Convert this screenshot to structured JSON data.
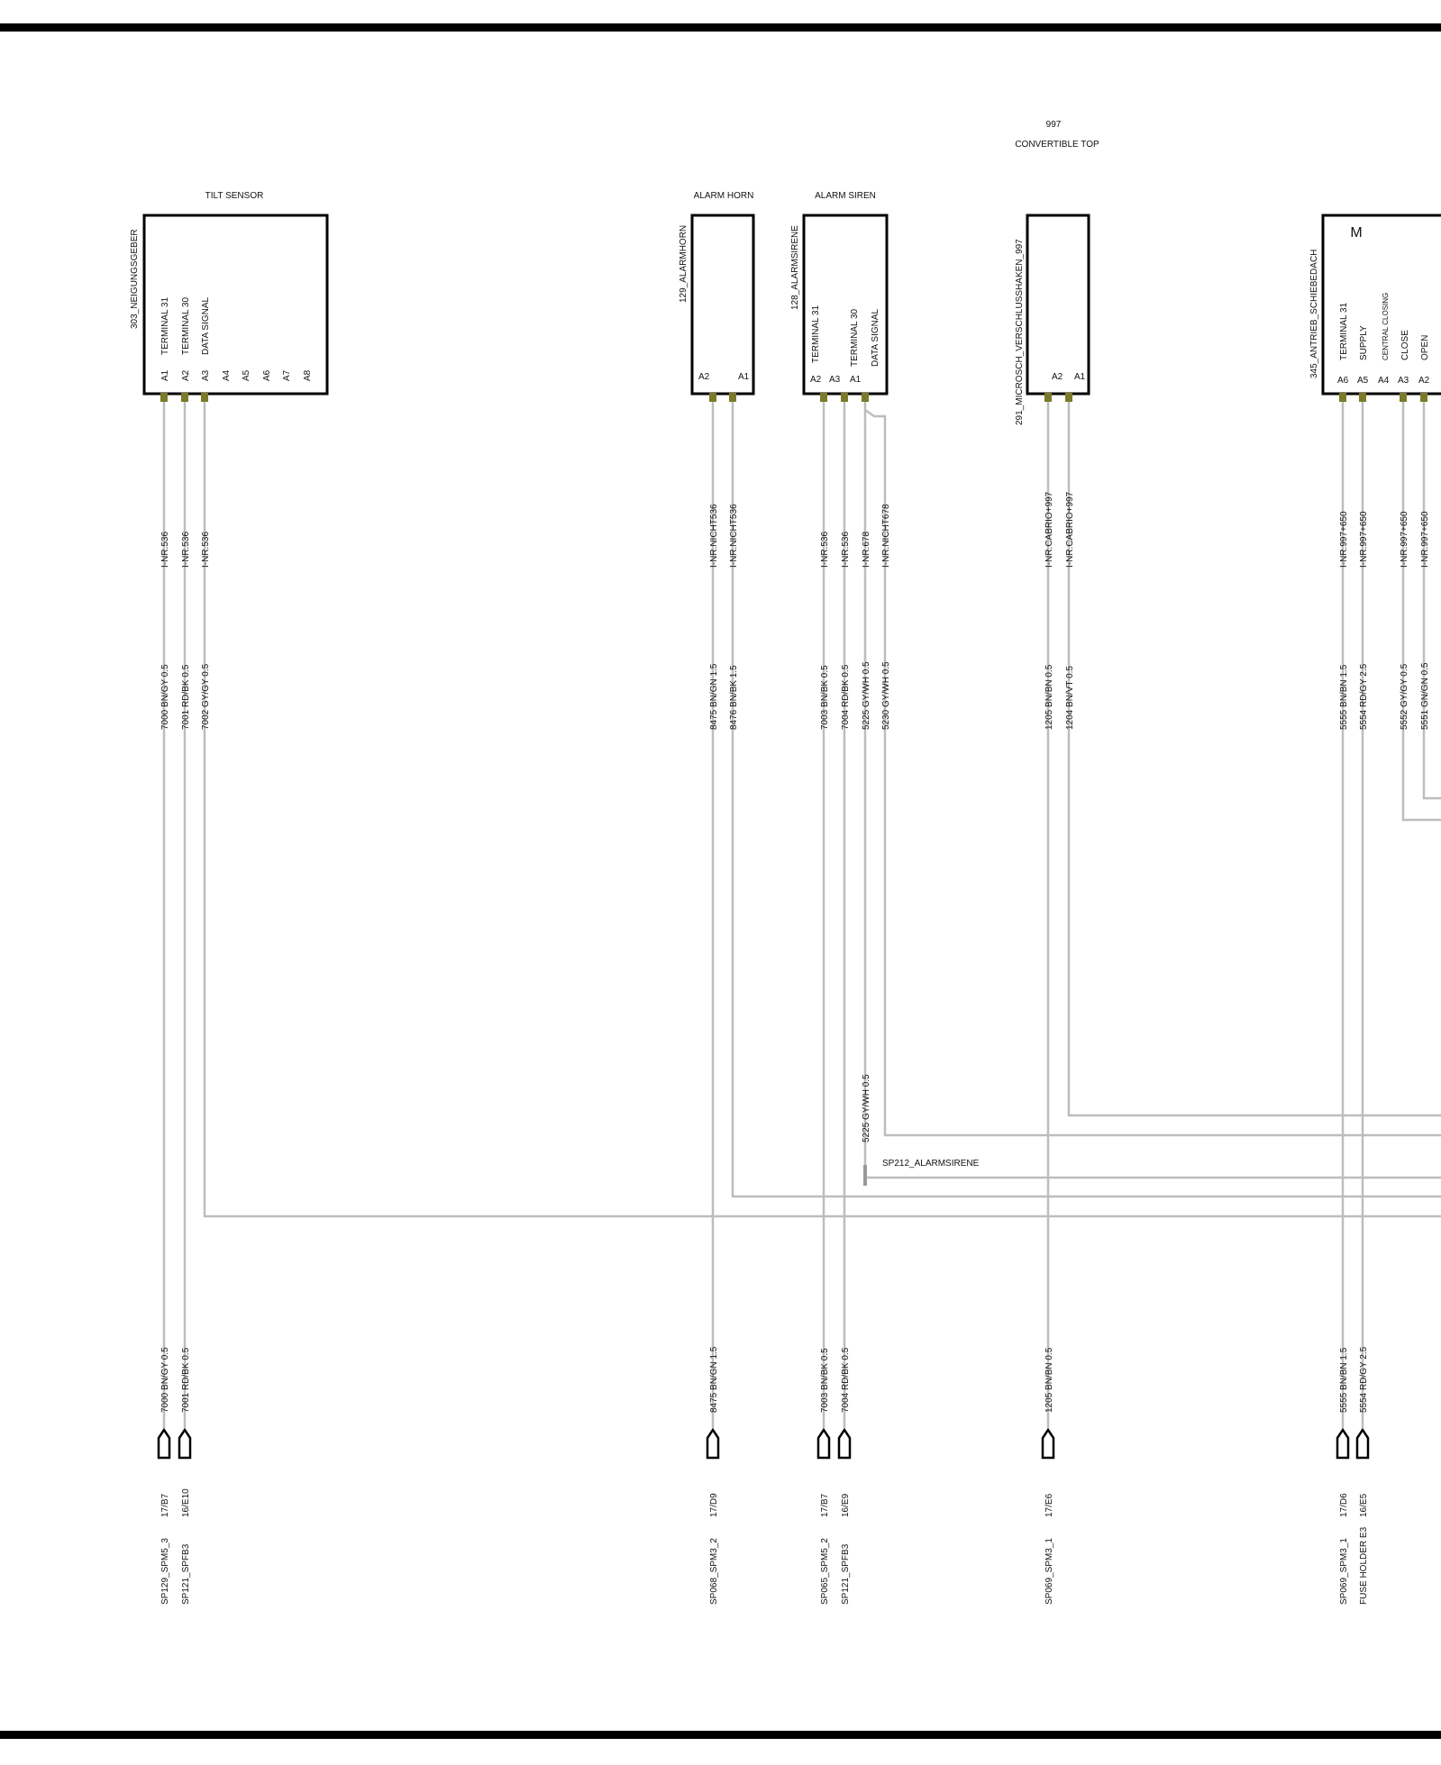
{
  "header": {
    "group_number": "997",
    "group_name": "CONVERTIBLE TOP"
  },
  "components": [
    {
      "id": "tilt",
      "title": "TILT SENSOR",
      "code": "303_NEIGUNGSGEBER",
      "functions": [
        "TERMINAL 31",
        "TERMINAL 30",
        "DATA SIGNAL"
      ],
      "pins": [
        "A1",
        "A2",
        "A3",
        "A4",
        "A5",
        "A6",
        "A7",
        "A8"
      ]
    },
    {
      "id": "horn",
      "title": "ALARM HORN",
      "code": "129_ALARMHORN",
      "functions": [],
      "pins": [
        "A2",
        "A1"
      ]
    },
    {
      "id": "siren",
      "title": "ALARM SIREN",
      "code": "128_ALARMSIRENE",
      "functions": [
        "TERMINAL 31",
        "TERMINAL 30",
        "DATA SIGNAL"
      ],
      "pins": [
        "A2",
        "A3",
        "A1"
      ]
    },
    {
      "id": "micro",
      "title": "",
      "code": "291_MICROSCH_VERSCHLUSSHAKEN_997",
      "functions": [],
      "pins": [
        "A2",
        "A1"
      ]
    },
    {
      "id": "motor",
      "title": "",
      "code": "345_ANTRIEB_SCHIEBEDACH",
      "symbol": "M",
      "functions": [
        "TERMINAL 31",
        "SUPPLY",
        "CENTRAL CLOSING",
        "CLOSE",
        "OPEN"
      ],
      "pins": [
        "A6",
        "A5",
        "A4",
        "A3",
        "A2"
      ]
    }
  ],
  "wires": [
    {
      "id": "w1",
      "condition": "I-NR.536",
      "label": "7000 BN/GY 0.5",
      "bottom_label": "7000 BN/GY 0.5",
      "grid": "17/B7",
      "dest": "SP129_SPM5_3"
    },
    {
      "id": "w2",
      "condition": "I-NR.536",
      "label": "7001 RD/BK 0.5",
      "bottom_label": "7001 RD/BK 0.5",
      "grid": "16/E10",
      "dest": "SP121_SPFB3"
    },
    {
      "id": "w3",
      "condition": "I-NR.536",
      "label": "7002 GY/GY 0.5"
    },
    {
      "id": "w4",
      "condition": "I-NR.NICHT536",
      "label": "8475 BN/GN 1.5",
      "bottom_label": "8475 BN/GN 1.5",
      "grid": "17/D9",
      "dest": "SP068_SPM3_2"
    },
    {
      "id": "w5",
      "condition": "I-NR.NICHT536",
      "label": "8476 BN/BK 1.5"
    },
    {
      "id": "w6",
      "condition": "I-NR.536",
      "label": "7003 BN/BK 0.5",
      "bottom_label": "7003 BN/BK 0.5",
      "grid": "17/B7",
      "dest": "SP065_SPM5_2"
    },
    {
      "id": "w7",
      "condition": "I-NR.536",
      "label": "7004 RD/BK 0.5",
      "bottom_label": "7004 RD/BK 0.5",
      "grid": "16/E9",
      "dest": "SP121_SPFB3"
    },
    {
      "id": "w8",
      "condition": "I-NR.678",
      "label": "5225 GY/WH 0.5",
      "bottom_label": "5225 GY/WH 0.5"
    },
    {
      "id": "w9",
      "condition": "I-NR.NICHT678",
      "label": "5230 GY/WH 0.5"
    },
    {
      "id": "w10",
      "condition": "I-NR.CABRIO+997",
      "label": "1205 BN/BN 0.5",
      "bottom_label": "1205 BN/BN 0.5",
      "grid": "17/E6",
      "dest": "SP069_SPM3_1"
    },
    {
      "id": "w11",
      "condition": "I-NR.CABRIO+997",
      "label": "1204 BN/VT 0.5"
    },
    {
      "id": "w12",
      "condition": "I-NR.997+650",
      "label": "5555 BN/BN 1.5",
      "bottom_label": "5555 BN/BN 1.5",
      "grid": "17/D6",
      "dest": "SP069_SPM3_1"
    },
    {
      "id": "w13",
      "condition": "I-NR.997+650",
      "label": "5554 RD/GY 2.5",
      "bottom_label": "5554 RD/GY 2.5",
      "grid": "16/E5",
      "dest": "FUSE HOLDER E3"
    },
    {
      "id": "w14",
      "condition": "I-NR.997+650",
      "label": "5552 GY/GY 0.5"
    },
    {
      "id": "w15",
      "condition": "I-NR.997+650",
      "label": "5551 GN/GN 0.5"
    }
  ],
  "splices": [
    {
      "id": "sp212",
      "label": "SP212_ALARMSIRENE"
    }
  ],
  "colors": {
    "wire": "#bdbdbd",
    "pin": "#7a7a2a",
    "frame": "#000000"
  }
}
